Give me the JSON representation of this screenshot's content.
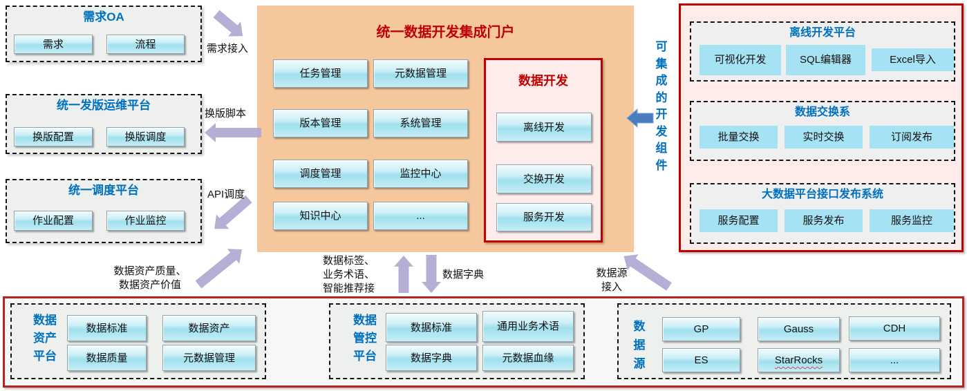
{
  "palette": {
    "portal_bg": "#f5c79c",
    "accent_red": "#c00000",
    "accent_blue": "#0070c0",
    "panel_pink": "#fdecea",
    "button_blue": "#a5e2f3",
    "arrow_purple": "#b1a7d1",
    "arrow_blue": "#4a7dc0"
  },
  "left_column": {
    "boxes": [
      {
        "title": "需求OA",
        "buttons": [
          "需求",
          "流程"
        ]
      },
      {
        "title": "统一发版运维平台",
        "buttons": [
          "换版配置",
          "换版调度"
        ]
      },
      {
        "title": "统一调度平台",
        "buttons": [
          "作业配置",
          "作业监控"
        ]
      }
    ]
  },
  "portal": {
    "title": "统一数据开发集成门户",
    "grid_buttons": [
      "任务管理",
      "元数据管理",
      "版本管理",
      "系统管理",
      "调度管理",
      "监控中心",
      "知识中心",
      "..."
    ],
    "data_dev": {
      "title": "数据开发",
      "buttons": [
        "离线开发",
        "交换开发",
        "服务开发"
      ]
    }
  },
  "vertical_label": "可集成的开发组件",
  "right_panel": {
    "sections": [
      {
        "title": "离线开发平台",
        "buttons": [
          "可视化开发",
          "SQL编辑器",
          "Excel导入"
        ]
      },
      {
        "title": "数据交换系",
        "buttons": [
          "批量交换",
          "实时交换",
          "订阅发布"
        ]
      },
      {
        "title": "大数据平台接口发布系统",
        "buttons": [
          "服务配置",
          "服务发布",
          "服务监控"
        ]
      }
    ]
  },
  "bottom_panel": {
    "sections": [
      {
        "label": "数据\n资产\n平台",
        "buttons": [
          "数据标准",
          "数据资产",
          "数据质量",
          "元数据管理"
        ]
      },
      {
        "label": "数据\n管控\n平台",
        "buttons": [
          "数据标准",
          "通用业务术语",
          "数据字典",
          "元数据血缘"
        ]
      },
      {
        "label": "数\n据\n源",
        "buttons": [
          "GP",
          "Gauss",
          "CDH",
          "ES",
          "StarRocks",
          "..."
        ]
      }
    ]
  },
  "flow_labels": {
    "requirement_access": "需求接入",
    "version_script": "换版脚本",
    "api_dispatch": "API调度",
    "asset_quality": "数据资产质量、\n数据资产价值",
    "tags": "数据标签、\n业务术语、\n智能推荐接",
    "data_dictionary": "数据字典",
    "datasource_access": "数据源\n接入"
  }
}
